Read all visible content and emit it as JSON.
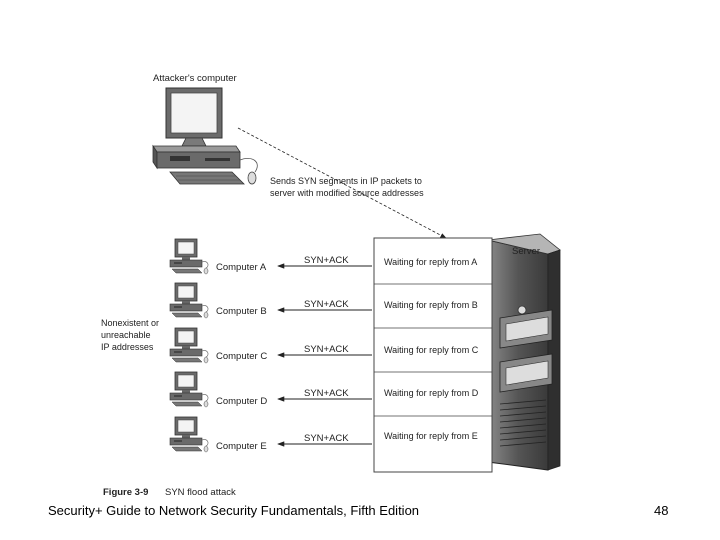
{
  "diagram": {
    "attacker_label": "Attacker's computer",
    "sends_note": [
      "Sends SYN segments in IP packets to",
      "server with modified source addresses"
    ],
    "server_label": "Server",
    "nonexistent_note": [
      "Nonexistent or",
      "unreachable",
      "IP addresses"
    ],
    "rows": [
      {
        "computer": "Computer A",
        "ack": "SYN+ACK",
        "waiting": "Waiting for reply from A"
      },
      {
        "computer": "Computer B",
        "ack": "SYN+ACK",
        "waiting": "Waiting for reply from B"
      },
      {
        "computer": "Computer C",
        "ack": "SYN+ACK",
        "waiting": "Waiting for reply from C"
      },
      {
        "computer": "Computer D",
        "ack": "SYN+ACK",
        "waiting": "Waiting for reply from D"
      },
      {
        "computer": "Computer E",
        "ack": "SYN+ACK",
        "waiting": "Waiting for reply from E"
      }
    ],
    "figure_number": "Figure 3-9",
    "figure_title": "SYN flood attack"
  },
  "footer": {
    "book_title": "Security+ Guide to Network Security Fundamentals, Fifth Edition",
    "page_number": "48"
  }
}
